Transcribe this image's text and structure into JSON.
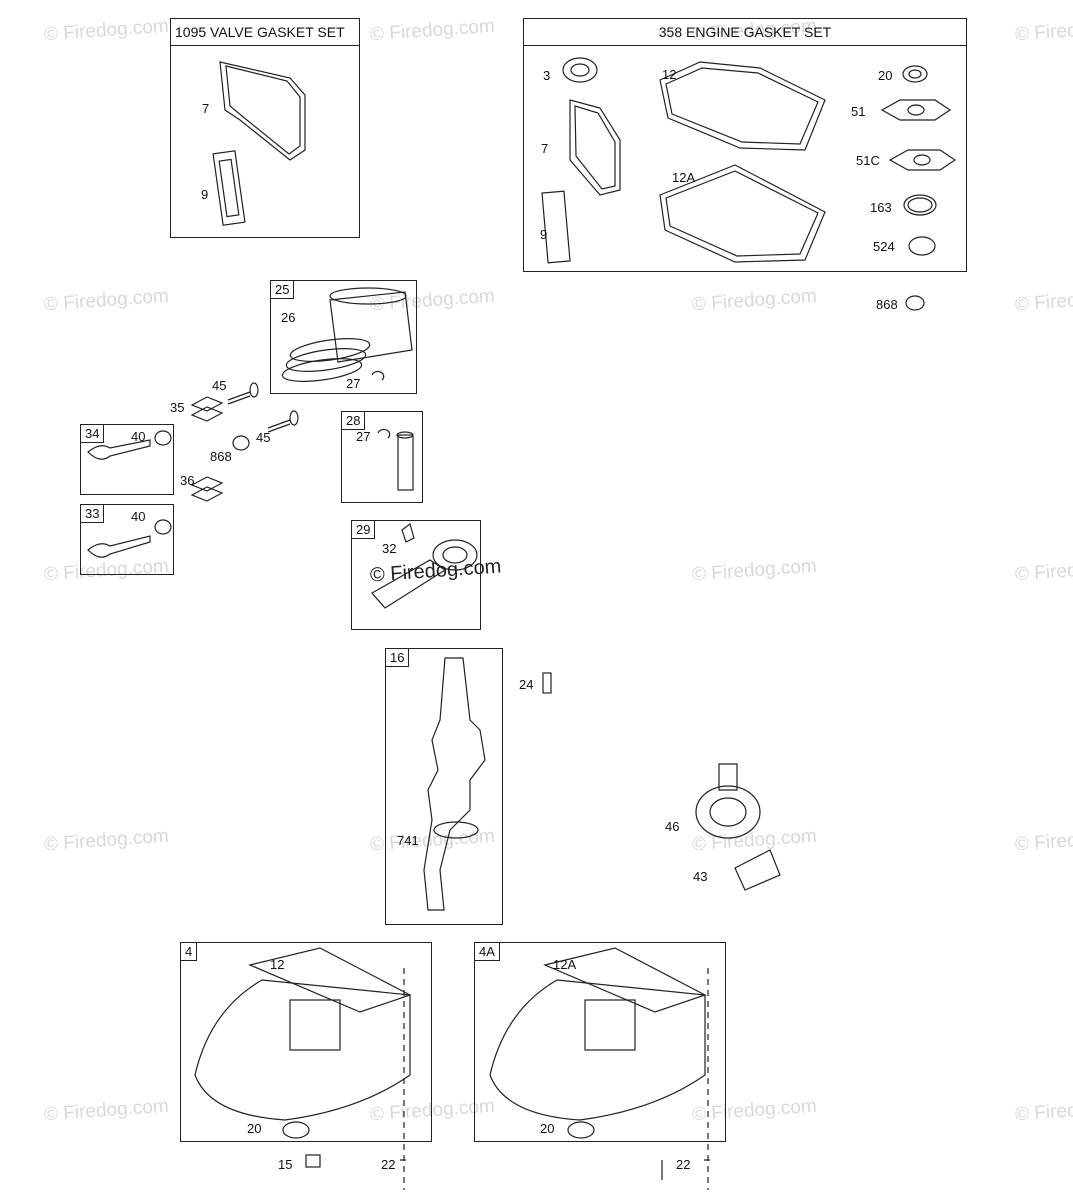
{
  "watermark": "© Firedog.com",
  "boxes": {
    "valve_gasket_set": "1095 VALVE GASKET SET",
    "engine_gasket_set": "358 ENGINE GASKET SET",
    "piston": "25",
    "piston_pin": "28",
    "connecting_rod": "29",
    "exhaust_valve": "34",
    "intake_valve": "33",
    "crankshaft": "16",
    "sump": "4",
    "sump_alt": "4A"
  },
  "labels": {
    "v7": "7",
    "v9": "9",
    "e3": "3",
    "e12": "12",
    "e20": "20",
    "e51": "51",
    "e51c": "51C",
    "e7": "7",
    "e12a": "12A",
    "e163": "163",
    "e524": "524",
    "e9": "9",
    "p868_top": "868",
    "p26": "26",
    "p27": "27",
    "pin27": "27",
    "p45a": "45",
    "p35": "35",
    "p40a": "40",
    "p868": "868",
    "p45b": "45",
    "p36": "36",
    "p40b": "40",
    "p32": "32",
    "p24": "24",
    "p741": "741",
    "p46": "46",
    "p43": "43",
    "s12": "12",
    "s20": "20",
    "s15": "15",
    "s22": "22",
    "t12a": "12A",
    "t20": "20",
    "t22": "22"
  }
}
